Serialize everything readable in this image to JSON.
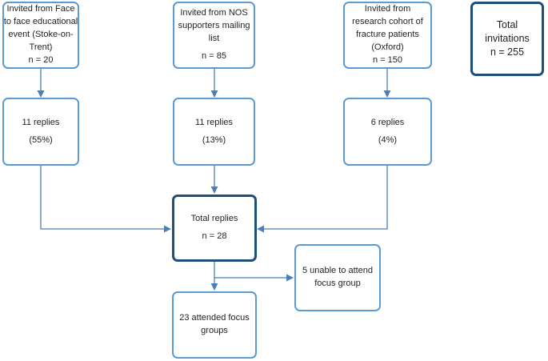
{
  "boxes": {
    "source_stoke": {
      "lines": [
        "Invited from Face",
        "to face educational",
        "event (Stoke-on-",
        "Trent)"
      ],
      "n": "n = 20"
    },
    "source_nos": {
      "lines": [
        "Invited from NOS",
        "supporters mailing",
        "list"
      ],
      "n": "n = 85"
    },
    "source_oxford": {
      "lines": [
        "Invited from",
        "research cohort of",
        "fracture patients",
        "(Oxford)"
      ],
      "n": "n = 150"
    },
    "total_invitations": {
      "lines": [
        "Total",
        "invitations"
      ],
      "n": "n = 255"
    },
    "replies_stoke": {
      "label": "11 replies",
      "pct": "(55%)"
    },
    "replies_nos": {
      "label": "11 replies",
      "pct": "(13%)"
    },
    "replies_oxford": {
      "label": "6 replies",
      "pct": "(4%)"
    },
    "total_replies": {
      "label": "Total replies",
      "n": "n = 28"
    },
    "unable": {
      "lines": [
        "5 unable to attend",
        "focus group"
      ]
    },
    "attended": {
      "lines": [
        "23 attended focus",
        "groups"
      ]
    }
  },
  "colors": {
    "box_border": "#5b9bd5",
    "emphasis_border": "#1f4e79",
    "connector": "#4a7ebb"
  }
}
